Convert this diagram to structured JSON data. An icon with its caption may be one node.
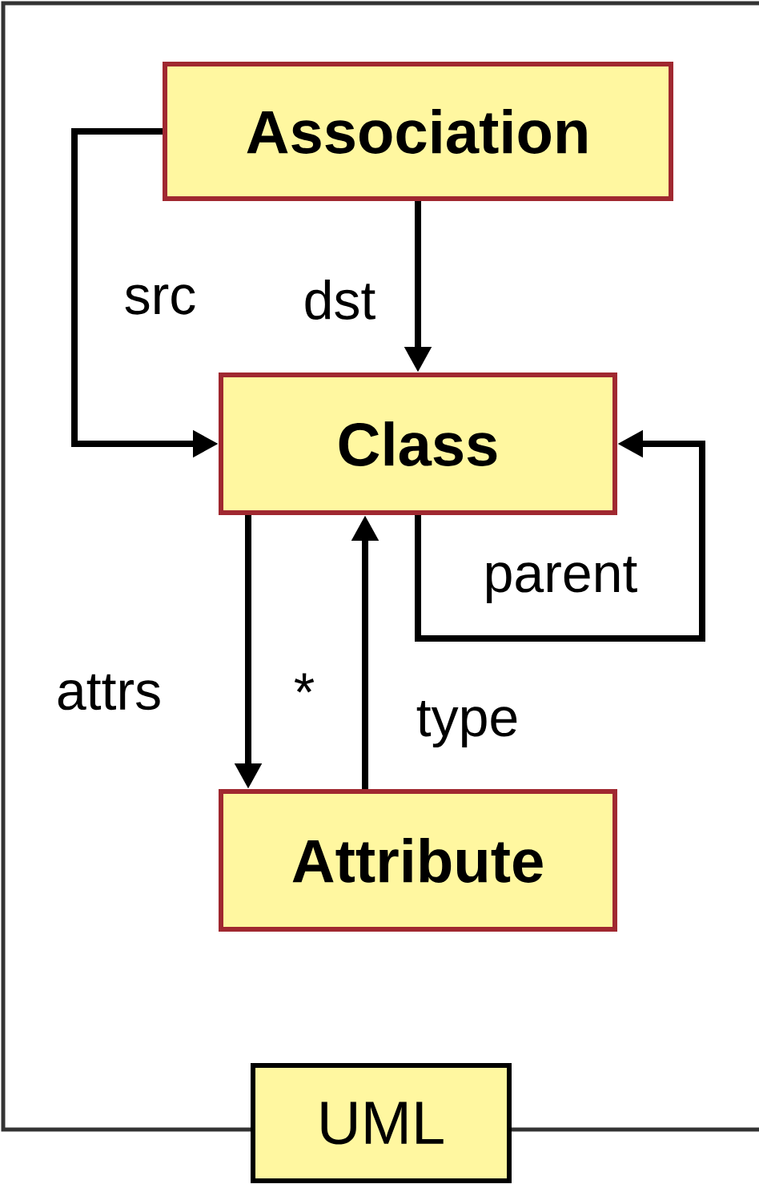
{
  "diagram": {
    "nodes": [
      {
        "text": [
          "Association"
        ]
      },
      {
        "text": [
          "Class"
        ]
      },
      {
        "text": [
          "Attribute"
        ]
      },
      {
        "text": [
          "UML"
        ]
      }
    ],
    "edges": [
      {
        "from": 0,
        "to": 1,
        "arrow": "to",
        "label": "src"
      },
      {
        "from": 0,
        "to": 1,
        "arrow": "to",
        "label": "dst"
      },
      {
        "from": 1,
        "to": 1,
        "arrow": "to",
        "label": "parent"
      },
      {
        "from": 1,
        "to": 2,
        "arrow": "to",
        "label": "attrs"
      },
      {
        "from": 2,
        "to": 1,
        "arrow": "to",
        "label": "type"
      }
    ],
    "labels": [
      "*"
    ]
  }
}
